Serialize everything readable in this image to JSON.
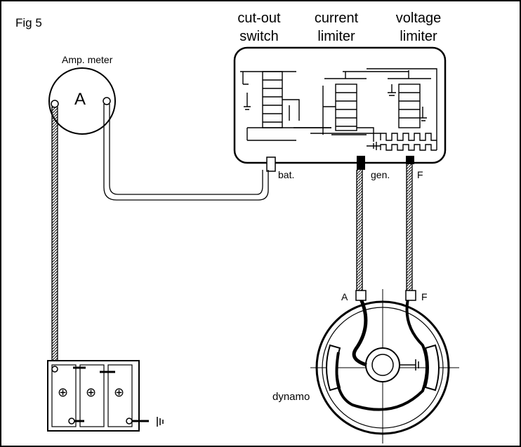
{
  "figure": {
    "title": "Fig 5"
  },
  "regulator": {
    "labels": [
      {
        "line1": "cut-out",
        "line2": "switch"
      },
      {
        "line1": "current",
        "line2": "limiter"
      },
      {
        "line1": "voltage",
        "line2": "limiter"
      }
    ],
    "terminals": {
      "bat": "bat.",
      "gen": "gen.",
      "f": "F"
    }
  },
  "ammeter": {
    "label": "Amp. meter",
    "symbol": "A"
  },
  "dynamo": {
    "label": "dynamo",
    "terminal_a": "A",
    "terminal_f": "F"
  },
  "battery": {
    "cell_symbol": "⊕"
  }
}
